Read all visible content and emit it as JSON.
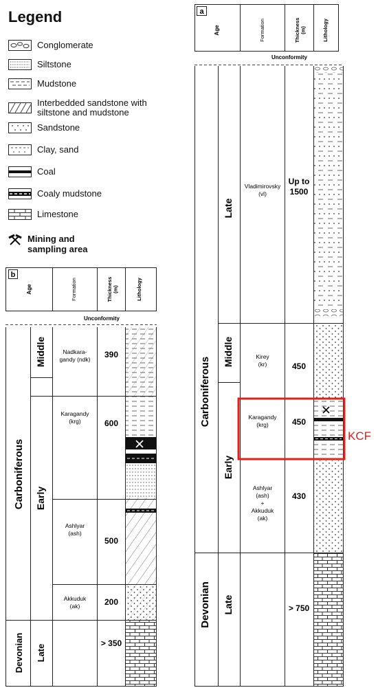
{
  "legend": {
    "title": "Legend",
    "items": [
      {
        "label": "Conglomerate",
        "icon": "conglomerate-pattern"
      },
      {
        "label": "Siltstone",
        "icon": "siltstone-pattern"
      },
      {
        "label": "Mudstone",
        "icon": "mudstone-pattern"
      },
      {
        "label": "Interbedded sandstone with\nsiltstone and mudstone",
        "icon": "interbedded-pattern"
      },
      {
        "label": "Sandstone",
        "icon": "sandstone-pattern"
      },
      {
        "label": "Clay, sand",
        "icon": "clay-sand-pattern"
      },
      {
        "label": "Coal",
        "icon": "coal-pattern"
      },
      {
        "label": "Coaly mudstone",
        "icon": "coaly-mudstone-pattern"
      },
      {
        "label": "Limestone",
        "icon": "limestone-pattern"
      }
    ],
    "mining": "Mining and\nsampling area"
  },
  "column_a": {
    "panel": "a",
    "headers": {
      "age": "Age",
      "formation": "Formation",
      "thickness": "Thickness\n(m)",
      "lithology": "Lithology"
    },
    "unconformity": "Unconformity",
    "periods": [
      "Carboniferous",
      "Devonian"
    ],
    "epochs": [
      "Late",
      "Middle",
      "Early",
      "Late"
    ],
    "formations": [
      {
        "name": "Vladimirovsky\n(vl)",
        "thickness": "Up to\n1500"
      },
      {
        "name": "Kirey\n(kr)",
        "thickness": "450"
      },
      {
        "name": "Karagandy\n(krg)",
        "thickness": "450"
      },
      {
        "name": "Ashlyar\n(ash)\n+\nAkkuduk\n(ak)",
        "thickness": "430"
      },
      {
        "name": "",
        "thickness": "> 750"
      }
    ],
    "highlight_label": "KCF",
    "highlight_color": "#e3201b"
  },
  "column_b": {
    "panel": "b",
    "headers": {
      "age": "Age",
      "formation": "Formation",
      "thickness": "Thickness\n(m)",
      "lithology": "Lithology"
    },
    "unconformity": "Unconformity",
    "periods": [
      "Carboniferous",
      "Devonian"
    ],
    "epochs": [
      "Middle",
      "Early",
      "Late"
    ],
    "formations": [
      {
        "name": "Nadkara-\ngandy (ndk)",
        "thickness": "390"
      },
      {
        "name": "Karagandy\n(krg)",
        "thickness": "600"
      },
      {
        "name": "Ashlyar\n(ash)",
        "thickness": "500"
      },
      {
        "name": "Akkuduk\n(ak)",
        "thickness": "200"
      },
      {
        "name": "",
        "thickness": "> 350"
      }
    ]
  }
}
